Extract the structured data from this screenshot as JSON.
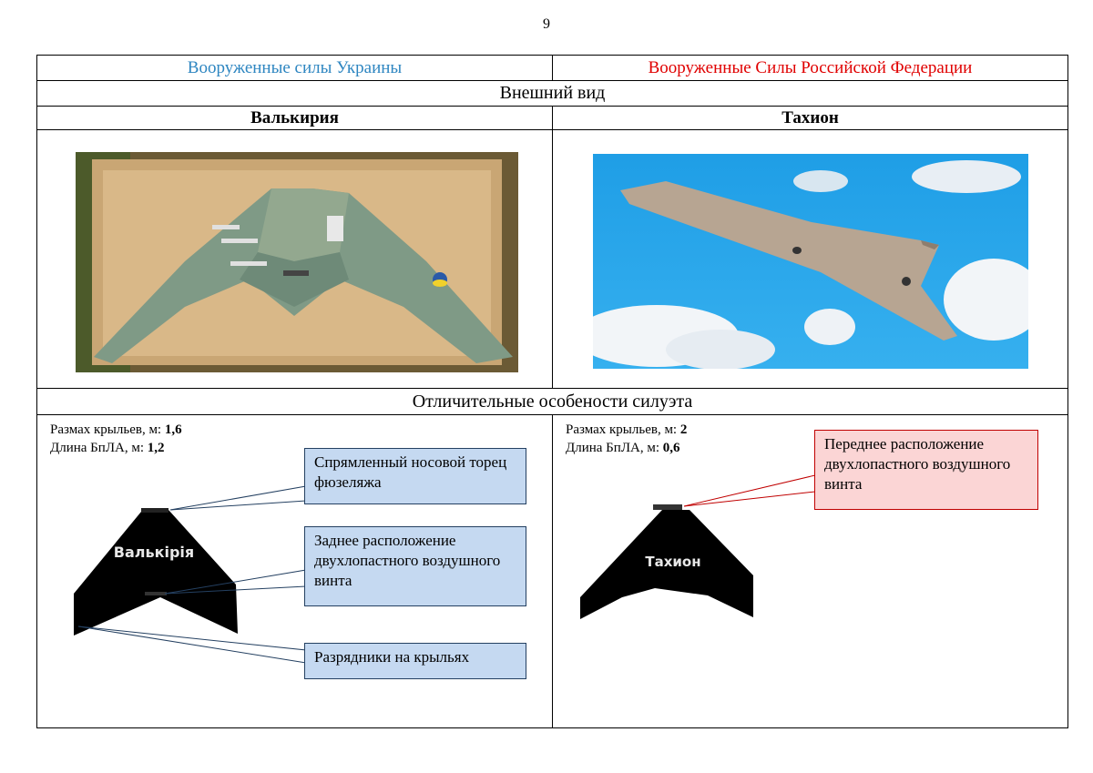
{
  "page_number": "9",
  "header": {
    "left": "Вооруженные силы Украины",
    "right": "Вооруженные Силы Российской Федерации",
    "left_color": "#2e86c1",
    "right_color": "#e00000"
  },
  "section_appearance": "Внешний вид",
  "drones": {
    "left_name": "Валькирия",
    "right_name": "Тахион"
  },
  "section_silhouette": "Отличительные особености силуэта",
  "left_specs": {
    "wingspan_label": "Размах крыльев, м: ",
    "wingspan_value": "1,6",
    "length_label": "Длина БпЛА, м: ",
    "length_value": "1,2",
    "silhouette_text": "Валькірія"
  },
  "right_specs": {
    "wingspan_label": "Размах крыльев, м: ",
    "wingspan_value": "2",
    "length_label": "Длина БпЛА, м: ",
    "length_value": "0,6",
    "silhouette_text": "Тахион"
  },
  "callouts": {
    "nose": "Спрямленный носовой торец фюзеляжа",
    "rear_prop": "Заднее расположение двухлопастного воздушного винта",
    "dischargers": "Разрядники на крыльях",
    "front_prop": "Переднее расположение двухлопастного воздушного винта"
  }
}
